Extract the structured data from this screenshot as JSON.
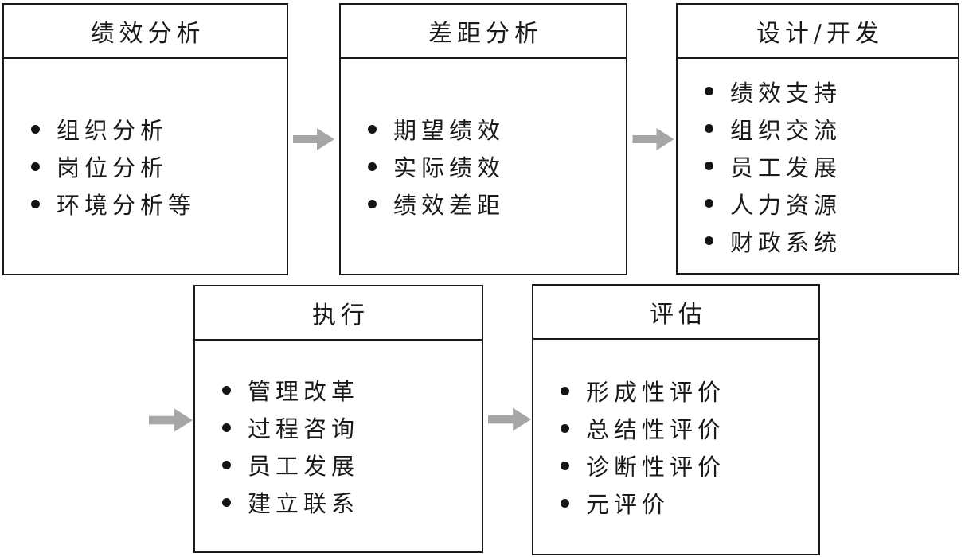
{
  "diagram": {
    "background_color": "#ffffff",
    "border_color": "#1a1a1a",
    "arrow_color": "#a6a6a6",
    "boxes": [
      {
        "title": "绩效分析",
        "items": [
          "组织分析",
          "岗位分析",
          "环境分析等"
        ]
      },
      {
        "title": "差距分析",
        "items": [
          "期望绩效",
          "实际绩效",
          "绩效差距"
        ]
      },
      {
        "title": "设计/开发",
        "items": [
          "绩效支持",
          "组织交流",
          "员工发展",
          "人力资源",
          "财政系统"
        ]
      },
      {
        "title": "执行",
        "items": [
          "管理改革",
          "过程咨询",
          "员工发展",
          "建立联系"
        ]
      },
      {
        "title": "评估",
        "items": [
          "形成性评价",
          "总结性评价",
          "诊断性评价",
          "元评价"
        ]
      }
    ]
  }
}
